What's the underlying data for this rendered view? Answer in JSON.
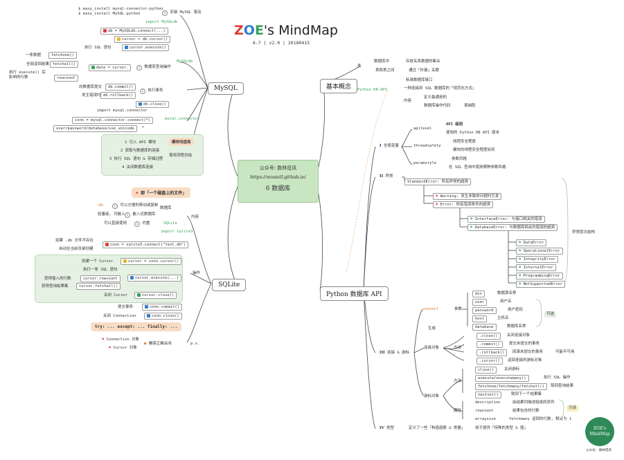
{
  "title": {
    "z": "Z",
    "o": "O",
    "e": "E",
    "rest": "'s MindMap",
    "subtitle": "6-7 | v2.0 | 20180415"
  },
  "center": {
    "line1": "公众号: 数林觅风",
    "line2": "https://woaielf.github.io/",
    "line3": "6 数据库"
  },
  "logo": {
    "line1": "ZOE's",
    "line2": "MindMap",
    "caption": "公众号: 数林觅风"
  },
  "branches": {
    "mysql": "MySQL",
    "sqlite": "SQLite",
    "basic": "基本概念",
    "api": "Python 数据库 API"
  },
  "mysql": {
    "install1": "$ easy_install mysql-connector-python",
    "install2": "$ easy_install MySQL-python",
    "install_label": "安装 MySQL 驱动",
    "mysqldb_import": "import MySQLdb",
    "mysqldb_label": "MySQLdb",
    "connect": "db = MySQLdb.connect(...)",
    "cursor": "cursor = db.cursor()",
    "exec_label": "执行 SQL 语句",
    "execute": "cursor.execute()",
    "one_row": "一条数据",
    "fetchone": "fetchone()",
    "all_rows": "全部返回结果",
    "fetchall": "fetchall()",
    "exec_after": "执行 execute() 后",
    "affect": "影响的行数",
    "rowcount": "rowcount",
    "data": "data = cursor.",
    "data_label": "数据库查询操作",
    "commit_label": "向数据库提交",
    "commit": "db.commit()",
    "rollback_label": "发生错误时回滚",
    "rollback": "db.rollback()",
    "exec_tx": "执行事务",
    "close": "db.close()",
    "connector_import": "import mysql.connector",
    "connector_conn": "conn = mysql.connector.connect(*)",
    "connector_label": "mysql.connector",
    "connector_args": "user/password/database/use_unicode",
    "star": "*",
    "steps": [
      "1 引入 API 模块",
      "2 获取与数据库的连接",
      "3 执行 SQL 语句 & 存储过程",
      "4 关闭数据库连接"
    ],
    "steps_tag": "模块均适用",
    "steps_label": "使用流程总结"
  },
  "sqlite": {
    "callout1": "即「一个磁盘上的文件」",
    "db_label": "数据库",
    "db_ext": ".db",
    "copy": "可以方便的移动或复制",
    "light": "轻量级, 可嵌入",
    "embed": "嵌入式数据库",
    "builtin": "可以直接使用",
    "builtin2": "内置",
    "sqlite_label": "SQLite",
    "content": "内容",
    "import": "import sqlite3",
    "if_not": "如果 .db 文件不存在",
    "auto": "自动在当前目录创建",
    "conn": "conn = sqlite3.connect(\"test.db\")",
    "create_cursor": "创建一个 Cursor",
    "cursor": "cursor = conn.cursor()",
    "exec_label": "执行一条 SQL 语句",
    "execute": "cursor.execute(...)",
    "affect": "获得插入的行数",
    "rowcount": "cursor.rowcount",
    "get_result": "获得查询结果集",
    "fetchall": "cursor.fetchall()",
    "close_cursor": "关闭 Cursor",
    "cursor_close": "cursor.close()",
    "commit_label": "提交事务",
    "commit": "conn.commit()",
    "close_conn_label": "关闭 Connection",
    "close_conn": "conn.close()",
    "op": "操作",
    "callout2": "try: ... except: ... finally: ...",
    "conn_obj": "Connection 对象",
    "cursor_obj": "Cursor 对象",
    "ensure": "确保正确关闭",
    "ps": "p.s."
  },
  "basic": {
    "table": "表",
    "in_db": "数据库中",
    "store": "存放关系数据的集合",
    "relation": "表和表之间",
    "foreign": "通过「外键」关联",
    "dbapi": "Python DB-API",
    "standard": "标准数据库接口",
    "uniform": "一种连接到 SQL 数据库的「规范化方式」",
    "content": "内容",
    "def_common": "定义最通用的",
    "db_ops": "数据库操作代码",
    "abstract": "易抽取"
  },
  "api": {
    "s1": "全局变量",
    "apilevel": "apilevel",
    "api_ver": "API 级别",
    "api_ver2": "使用的 Python DB API 版本",
    "threadsafety": "threadsafety",
    "thread1": "线程安全程度",
    "thread2": "模块的线程安全程度如何",
    "paramstyle": "paramstyle",
    "param1": "参数风格",
    "param2": "在 SQL 查询中使用哪种参数风格",
    "s2": "异常",
    "std": "StandardError: 所有异常的超类",
    "warning": "Warning: 发生非致命问题时引发",
    "error": "Error: 所有错误条件的超类",
    "iface": "InterfaceError: 与接口相关的错误",
    "dberror": "DatabaseError: 与数据库相关的错误的超类",
    "subs": [
      "DataError",
      "OperationalError",
      "IntegrityError",
      "InternalError",
      "ProgrammingError",
      "NotSupportedError"
    ],
    "tree_label": "异常层次结构",
    "s3": "连接 & 游标",
    "connect": "connect",
    "params": "参数",
    "dsn": "dsn",
    "dsn_d": "数据源名称",
    "user": "user",
    "user_d": "用户名",
    "password": "password",
    "password_d": "用户密码",
    "host": "host",
    "host_d": "主机名",
    "database": "database",
    "database_d": "数据库名称",
    "optional": "可选",
    "become": "生成",
    "conn_obj": "连接对象",
    "methods": "方法",
    "close": ".close()",
    "close_d": "关闭连接对象",
    "commit": ".commit()",
    "commit_d": "提交未提交的事务",
    "rollback": ".rollback()",
    "rollback_d": "回滚未提交的事务",
    "rollback_n": "可能不可用",
    "cursor": ".cursor()",
    "cursor_d": "返回连接的游标对象",
    "cur_close": "close()",
    "cur_close_d": "关闭游标",
    "cur_exec": "execute/executemany()",
    "cur_exec_d": "执行 SQL 操作",
    "cur_fetch": "fetchone/fetchmany/fetchall()",
    "cur_fetch_d": "取回查询结果",
    "nextset": "nextset()",
    "nextset_d": "跳到下一个结果集",
    "cursor_obj": "游标对象",
    "attrs": "属性",
    "description": "description",
    "description_d": "由结果列描述组成的序列",
    "rowcount": "rowcount",
    "rowcount_d": "结果包含的行数",
    "arraysize": "arraysize",
    "arraysize_d": "fetchmany 返回的行数, 默认为 1",
    "readonly": "只读",
    "s4": "类型",
    "types": "定义了一些「构造函数 & 常量」",
    "types2": "用于提供「特殊的类型 & 值」"
  },
  "roman": {
    "r1": "I",
    "r2": "II",
    "r3": "III",
    "r4": "IV"
  },
  "colors": {
    "green": "#3aa05a",
    "orange": "#e07a20",
    "center": "#c9e6c2",
    "callout": "#f9dcc4",
    "group": "#e5f1e3"
  }
}
